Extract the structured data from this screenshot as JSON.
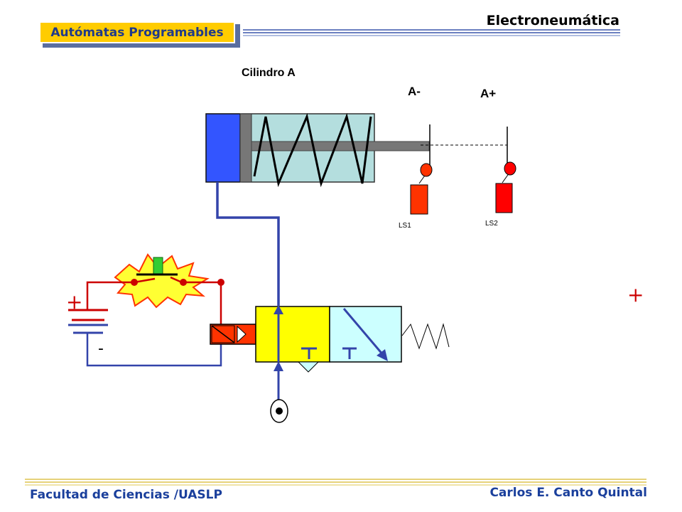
{
  "header": {
    "title": "Electroneumática",
    "course": "Autómatas Programables"
  },
  "diagram": {
    "cylinder_label": "Cilindro A",
    "pos_retracted": "A-",
    "pos_extended": "A+",
    "switch_left": "LS1",
    "switch_right": "LS2",
    "battery_plus": "+",
    "battery_minus": "-",
    "stray_plus": "+",
    "colors": {
      "piston": "#3355ff",
      "cylinder_body": "#b4dede",
      "wire_red": "#cc0000",
      "wire_blue": "#3344aa",
      "valve_left": "#ffff00",
      "valve_right": "#ccffff",
      "pushbutton_burst": "#ffff33",
      "limit_switch": "#ff3300"
    }
  },
  "footer": {
    "left": "Facultad de Ciencias /UASLP",
    "right": "Carlos E. Canto Quintal"
  }
}
